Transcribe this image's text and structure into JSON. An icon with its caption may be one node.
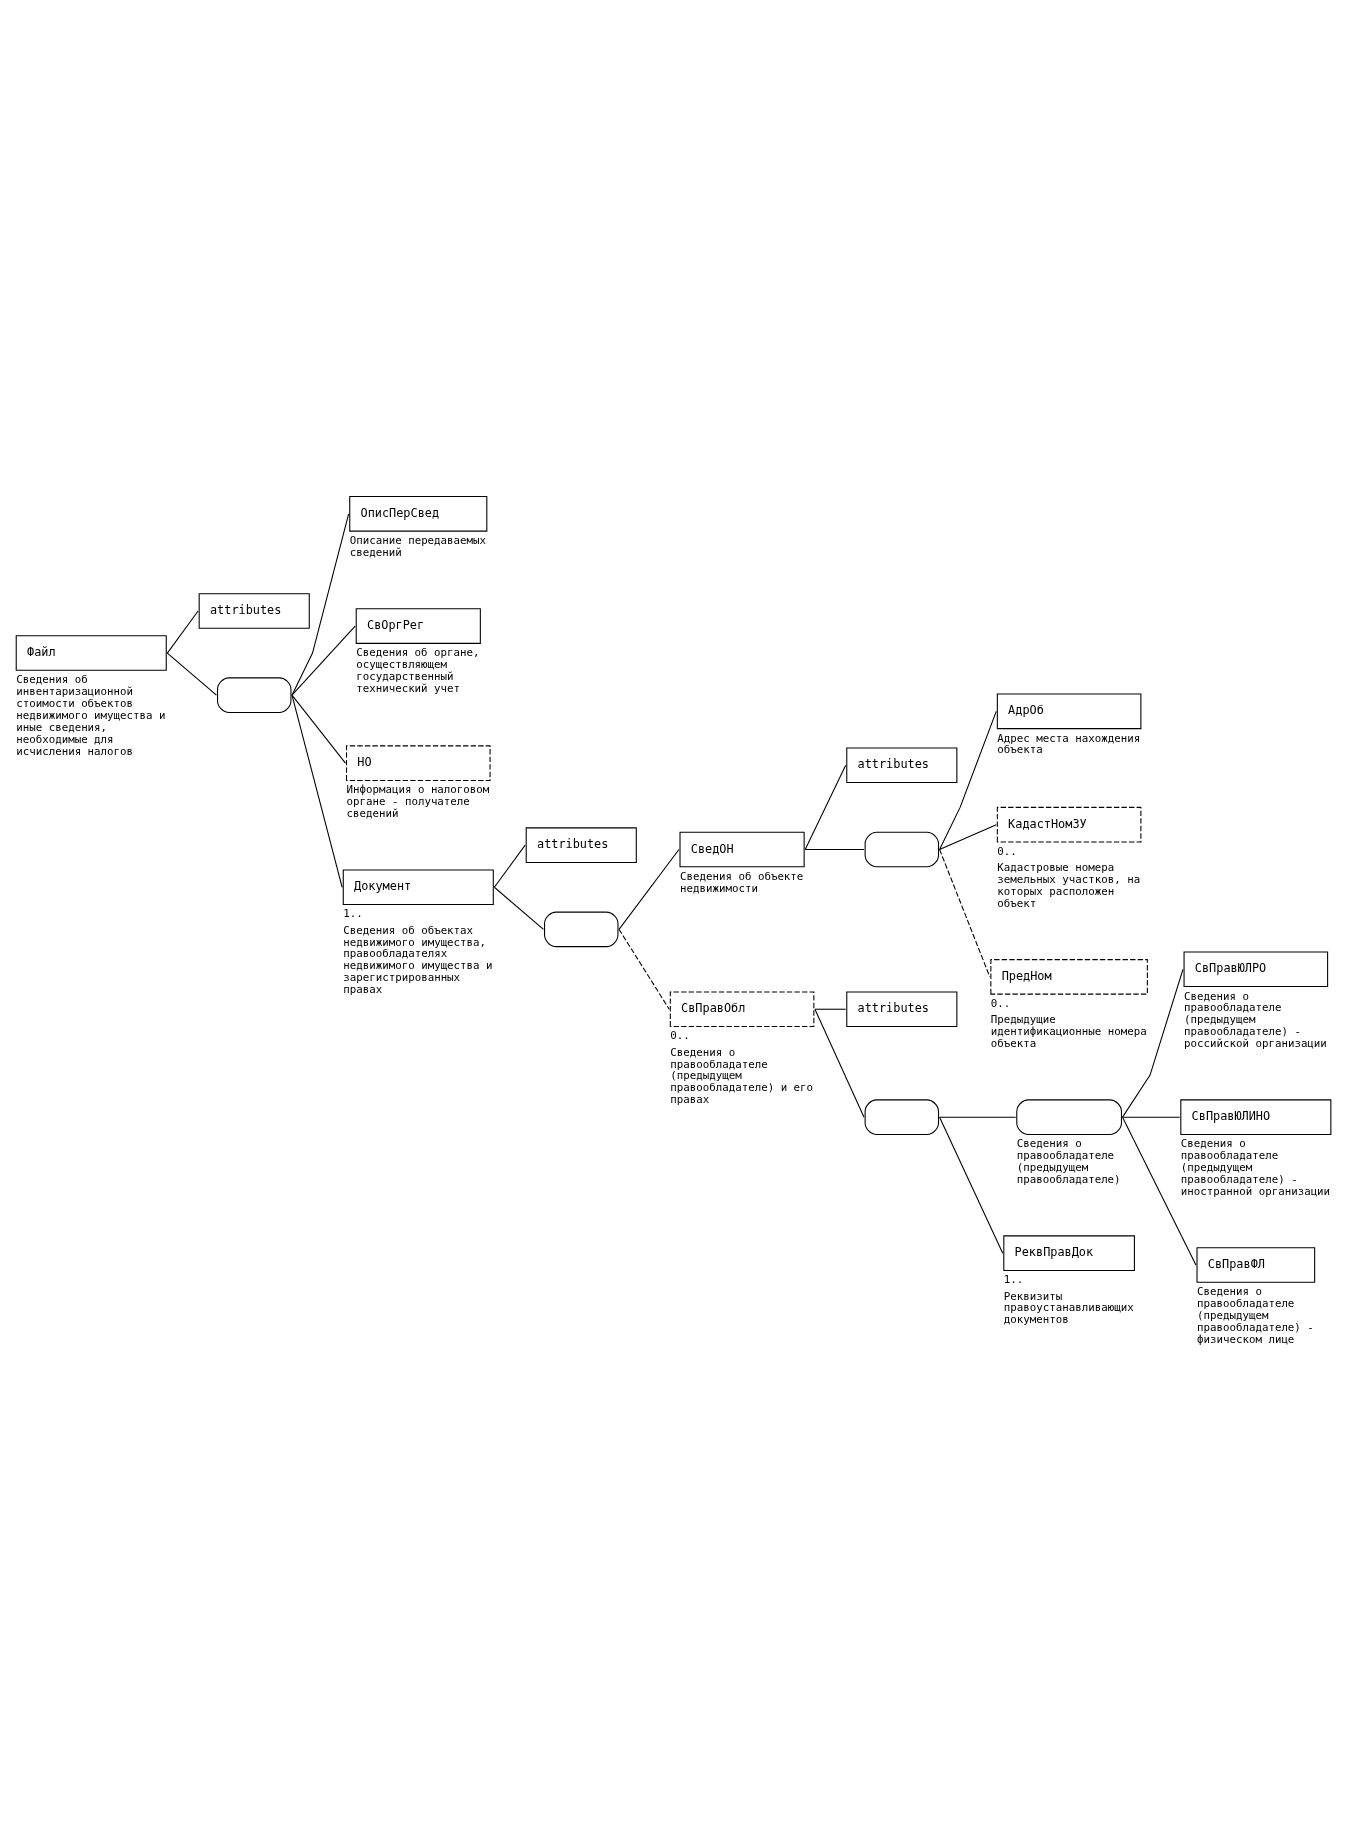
{
  "diagram": {
    "nodes": [
      {
        "text": [
          "Файл"
        ],
        "beside": [
          "Сведения об инвентаризационной стоимости объектов недвижимого имущества и иные сведения, необходимые для исчисления налогов"
        ]
      },
      {
        "text": [
          "attributes"
        ]
      },
      {
        "text": [],
        "shape": "octagon"
      },
      {
        "text": [
          "ОписПерСвед"
        ],
        "beside": [
          "Описание передаваемых сведений"
        ]
      },
      {
        "text": [
          "СвОргРег"
        ],
        "beside": [
          "Сведения об органе, осуществляющем государственный технический учет"
        ]
      },
      {
        "text": [
          "НО"
        ],
        "beside": [
          "Информация о налоговом органе - получателе сведений"
        ]
      },
      {
        "text": [
          "Документ"
        ],
        "beside": [
          "1..",
          "Сведения об объектах недвижимого имущества, правообладателях недвижимого имущества и зарегистрированных правах"
        ]
      },
      {
        "text": [
          "attributes"
        ]
      },
      {
        "text": [],
        "shape": "octagon"
      },
      {
        "text": [
          "СведОН"
        ],
        "beside": [
          "Сведения об объекте недвижимости"
        ]
      },
      {
        "text": [
          "attributes"
        ]
      },
      {
        "text": [],
        "shape": "octagon"
      },
      {
        "text": [
          "АдрОб"
        ],
        "beside": [
          "Адрес места нахождения объекта"
        ]
      },
      {
        "text": [
          "КадастНомЗУ"
        ],
        "beside": [
          "0..",
          "Кадастровые номера земельных участков, на которых расположен объект"
        ]
      },
      {
        "text": [
          "ПредНом"
        ],
        "beside": [
          "0..",
          "Предыдущие идентификационные номера объекта"
        ]
      },
      {
        "text": [
          "СвПравОбл"
        ],
        "beside": [
          "0..",
          "Сведения о правообладателе (предыдущем правообладателе) и его правах"
        ]
      },
      {
        "text": [
          "attributes"
        ]
      },
      {
        "text": [],
        "shape": "octagon"
      },
      {
        "text": [],
        "shape": "octagon",
        "beside": [
          "Сведения о правообладателе (предыдущем правообладателе)"
        ]
      },
      {
        "text": [
          "СвПравЮЛРО"
        ],
        "beside": [
          "Сведения о правообладателе (предыдущем правообладателе) - российской организации"
        ]
      },
      {
        "text": [
          "СвПравЮЛИНО"
        ],
        "beside": [
          "Сведения о правообладателе (предыдущем правообладателе) - иностранной организации"
        ]
      },
      {
        "text": [
          "СвПравФЛ"
        ],
        "beside": [
          "Сведения о правообладателе (предыдущем правообладателе) - физическом лице"
        ]
      },
      {
        "text": [
          "РеквПравДок"
        ],
        "beside": [
          "1..",
          "Реквизиты правоустанавливающих документов"
        ]
      }
    ],
    "edges": [
      {
        "from": 0,
        "to": 1,
        "arrow": "none"
      },
      {
        "from": 0,
        "to": 2,
        "arrow": "none"
      },
      {
        "from": 2,
        "to": 3,
        "arrow": "none"
      },
      {
        "from": 2,
        "to": 4,
        "arrow": "none"
      },
      {
        "from": 2,
        "to": 5,
        "arrow": "none"
      },
      {
        "from": 2,
        "to": 6,
        "arrow": "none"
      },
      {
        "from": 6,
        "to": 7,
        "arrow": "none"
      },
      {
        "from": 6,
        "to": 8,
        "arrow": "none"
      },
      {
        "from": 8,
        "to": 9,
        "arrow": "none"
      },
      {
        "from": 8,
        "to": 15,
        "arrow": "none",
        "style": "dashed"
      },
      {
        "from": 9,
        "to": 10,
        "arrow": "none"
      },
      {
        "from": 9,
        "to": 11,
        "arrow": "none"
      },
      {
        "from": 11,
        "to": 12,
        "arrow": "none"
      },
      {
        "from": 11,
        "to": 13,
        "arrow": "none"
      },
      {
        "from": 11,
        "to": 14,
        "arrow": "none",
        "style": "dashed"
      },
      {
        "from": 15,
        "to": 16,
        "arrow": "none"
      },
      {
        "from": 15,
        "to": 17,
        "arrow": "none"
      },
      {
        "from": 17,
        "to": 18,
        "arrow": "none"
      },
      {
        "from": 17,
        "to": 22,
        "arrow": "none"
      },
      {
        "from": 18,
        "to": 19,
        "arrow": "none"
      },
      {
        "from": 18,
        "to": 20,
        "arrow": "none"
      },
      {
        "from": 18,
        "to": 21,
        "arrow": "none"
      }
    ]
  }
}
